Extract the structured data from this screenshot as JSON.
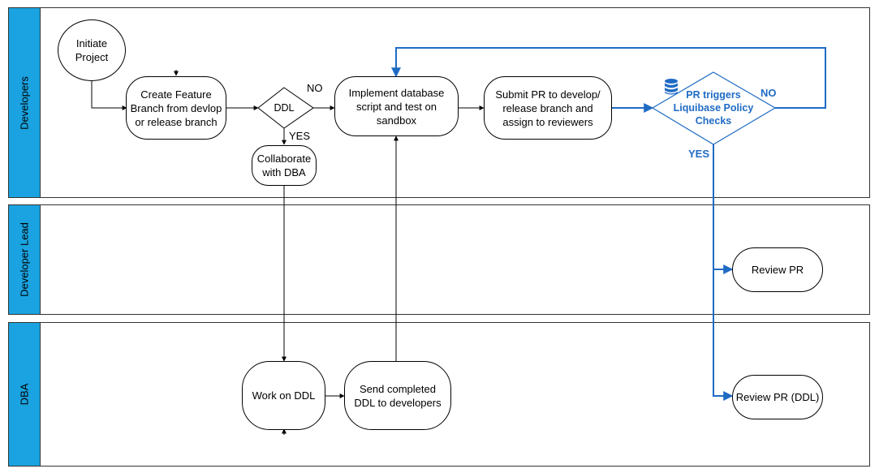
{
  "lanes": [
    {
      "label": "Developers"
    },
    {
      "label": "Developer Lead"
    },
    {
      "label": "DBA"
    }
  ],
  "nodes": {
    "initiate": "Initiate\nProject",
    "create_branch": "Create Feature\nBranch from devlop\nor release branch",
    "ddl_decision": "DDL",
    "collaborate": "Collaborate\nwith DBA",
    "implement": "Implement database\nscript and test on\nsandbox",
    "submit_pr": "Submit PR to develop/\nrelease branch and\nassign to reviewers",
    "pr_triggers": "PR triggers\nLiquibase Policy\nChecks",
    "review_pr": "Review PR",
    "work_ddl": "Work on DDL",
    "send_ddl": "Send completed\nDDL to developers",
    "review_pr_ddl": "Review PR (DDL)"
  },
  "edge_labels": {
    "ddl_no": "NO",
    "ddl_yes": "YES",
    "checks_no": "NO",
    "checks_yes": "YES"
  },
  "colors": {
    "lane_tab": "#1aa3e0",
    "highlight": "#1f6bc4",
    "line": "#000000"
  },
  "icons": {
    "database": "database-icon"
  }
}
